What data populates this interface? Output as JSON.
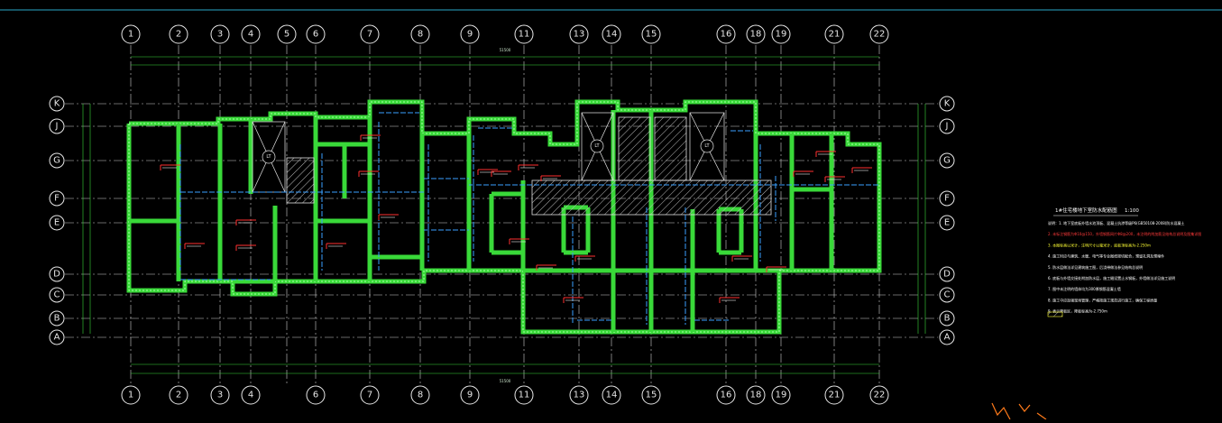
{
  "drawing": {
    "title": "1#住宅楼地下室防水配筋图",
    "scale": "1:100",
    "top_total_dim": "51500",
    "bottom_total_dim": "51500"
  },
  "axes_x": [
    "1",
    "2",
    "3",
    "4",
    "5",
    "6",
    "7",
    "8",
    "9",
    "11",
    "13",
    "14",
    "15",
    "16",
    "18",
    "19",
    "21",
    "22"
  ],
  "axes_x_bottom": [
    "1",
    "2",
    "3",
    "4",
    "6",
    "7",
    "8",
    "9",
    "11",
    "13",
    "14",
    "15",
    "16",
    "18",
    "19",
    "21",
    "22"
  ],
  "axes_y": [
    "K",
    "J",
    "G",
    "F",
    "E",
    "D",
    "C",
    "B",
    "A"
  ],
  "stair_labels": [
    "LT",
    "LT",
    "LT"
  ],
  "notes": [
    {
      "text": "说明：1. 地下室底板外墙水池顶板、混凝土抗渗等级P6(GB50108-2008)防水混凝土",
      "color": "#ffffff"
    },
    {
      "text": "2. 未标注钢筋为Φ10@150，外墙钢筋网片Φ8@200，未注明的附加筋见结构总说明及图集详图",
      "color": "#ff3a3a"
    },
    {
      "text": "3. 本图标高以米计，注明尺寸以毫米计，底板顶标高为-2.250m",
      "color": "#ffff33"
    },
    {
      "text": "4. 施工时应与建筑、水暖、电气等专业图纸密切配合，预留孔洞及预埋件",
      "color": "#ffffff"
    },
    {
      "text": "5. 防水层做法详见建筑施工图，后浇带做法参见结构总说明",
      "color": "#ffffff"
    },
    {
      "text": "6. 底板与外墙交接处附加防水层，施工缝设置止水钢板，外墙做法详见施工说明",
      "color": "#ffffff"
    },
    {
      "text": "7. 图中未注明的墙体均为300厚钢筋混凝土墙",
      "color": "#ffffff"
    },
    {
      "text": "8. 施工中应加强现场管理，严格按施工规范进行施工，确保工程质量",
      "color": "#ffffff"
    },
    {
      "text": "9. 表示降板区，降板标高为-2.750m",
      "color": "#ffffff"
    }
  ]
}
